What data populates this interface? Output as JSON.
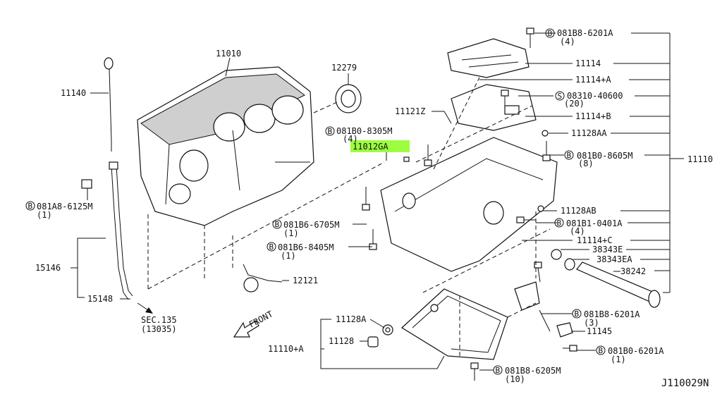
{
  "diagram": {
    "code": "J110029N",
    "labels": {
      "p11010": "11010",
      "p12279": "12279",
      "p11140": "11140",
      "p081A8_6125M": "081A8-6125M",
      "p081A8_6125M_q": "(1)",
      "p15146": "15146",
      "p15148": "15148",
      "sec135": "SEC.135",
      "sec135_sub": "(13035)",
      "front": "FRONT",
      "p081B6_6705M": "081B6-6705M",
      "p081B6_6705M_q": "(1)",
      "p081B6_8405M": "081B6-8405M",
      "p081B6_8405M_q": "(1)",
      "p12121": "12121",
      "p11121Z": "11121Z",
      "p081B0_8305M": "081B0-8305M",
      "p081B0_8305M_q": "(4)",
      "p11012GA": "11012GA",
      "p081B8_6201A_top": "081B8-6201A",
      "p081B8_6201A_top_q": "(4)",
      "p11114": "11114",
      "p11114A": "11114+A",
      "p08310_40600": "08310-40600",
      "p08310_40600_q": "(20)",
      "p11114B": "11114+B",
      "p11128AA": "11128AA",
      "p081B0_8605M": "081B0-8605M",
      "p081B0_8605M_q": "(8)",
      "p11110": "11110",
      "p11128AB": "11128AB",
      "p081B1_0401A": "081B1-0401A",
      "p081B1_0401A_q": "(4)",
      "p11114C": "11114+C",
      "p38343E": "38343E",
      "p38343EA": "38343EA",
      "p38242": "38242",
      "p081B8_6201A_mid": "081B8-6201A",
      "p081B8_6201A_mid_q": "(3)",
      "p11145": "11145",
      "p081B0_6201A": "081B0-6201A",
      "p081B0_6201A_q": "(1)",
      "p081B8_6205M": "081B8-6205M",
      "p081B8_6205M_q": "(10)",
      "p11128A": "11128A",
      "p11128": "11128",
      "p11110A": "11110+A",
      "sym_B": "B",
      "sym_S": "S"
    }
  }
}
